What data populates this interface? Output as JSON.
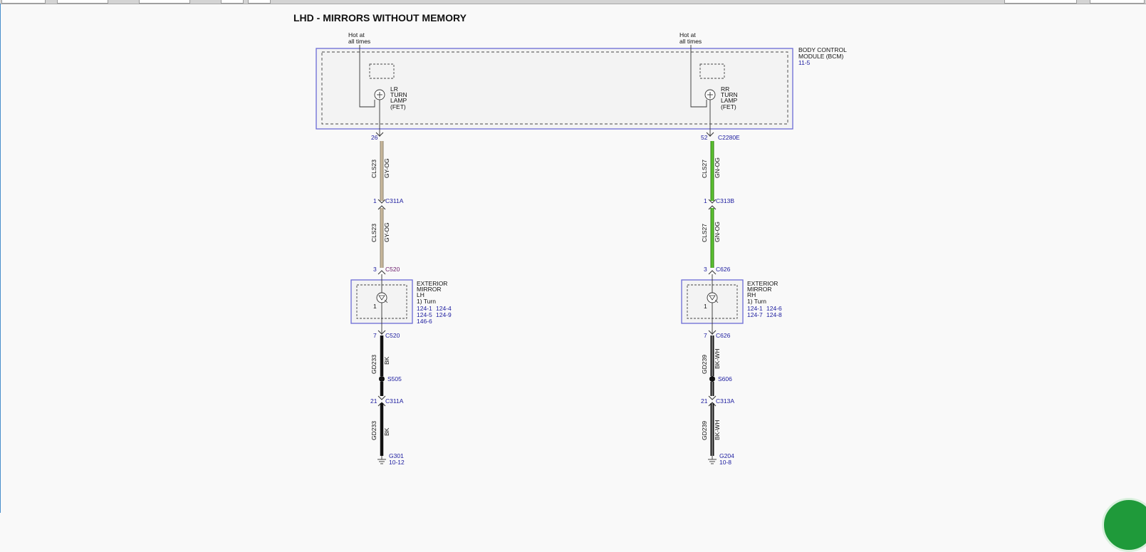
{
  "diagram": {
    "title": "LHD - MIRRORS WITHOUT MEMORY",
    "bcm": {
      "line1": "BODY CONTROL",
      "line2": "MODULE (BCM)",
      "ref": "11-5"
    },
    "left": {
      "hot1": "Hot at",
      "hot2": "all times",
      "lamp": [
        "LR",
        "TURN",
        "LAMP",
        "(FET)"
      ],
      "bcm_pin": "26",
      "seg1": {
        "circuit": "CLS23",
        "color": "GY-OG"
      },
      "c311_pin": "1",
      "c311": "C311A",
      "seg2": {
        "circuit": "CLS23",
        "color": "GY-OG"
      },
      "mirror_in_pin": "3",
      "mirror_in_conn": "C520",
      "mirror": [
        "EXTERIOR",
        "MIRROR",
        "LH",
        "1) Turn"
      ],
      "mirror_refs": [
        [
          "124-1",
          "124-4"
        ],
        [
          "124-5",
          "124-9"
        ],
        [
          "146-6",
          ""
        ]
      ],
      "mirror_num": "1",
      "mirror_out_pin": "7",
      "mirror_out_conn": "C520",
      "seg3": {
        "circuit": "GD233",
        "color": "BK"
      },
      "splice": "S505",
      "c311b_pin": "21",
      "c311b": "C311A",
      "seg4": {
        "circuit": "GD233",
        "color": "BK"
      },
      "ground": "G301",
      "ground_ref": "10-12"
    },
    "right": {
      "hot1": "Hot at",
      "hot2": "all times",
      "lamp": [
        "RR",
        "TURN",
        "LAMP",
        "(FET)"
      ],
      "bcm_pin": "52",
      "bcm_conn": "C2280E",
      "seg1": {
        "circuit": "CLS27",
        "color": "GN-OG"
      },
      "c313_pin": "1",
      "c313": "C313B",
      "seg2": {
        "circuit": "CLS27",
        "color": "GN-OG"
      },
      "mirror_in_pin": "3",
      "mirror_in_conn": "C626",
      "mirror": [
        "EXTERIOR",
        "MIRROR",
        "RH",
        "1) Turn"
      ],
      "mirror_refs": [
        [
          "124-1",
          "124-6"
        ],
        [
          "124-7",
          "124-8"
        ]
      ],
      "mirror_num": "1",
      "mirror_out_pin": "7",
      "mirror_out_conn": "C626",
      "seg3": {
        "circuit": "GD239",
        "color": "BK-WH"
      },
      "splice": "S606",
      "c313b_pin": "21",
      "c313b": "C313A",
      "seg4": {
        "circuit": "GD239",
        "color": "BK-WH"
      },
      "ground": "G204",
      "ground_ref": "10-8"
    },
    "colors": {
      "wire_grey_orange": "#a89a83",
      "wire_green": "#4caf28",
      "wire_black": "#111111",
      "frame": "#6b6bd6",
      "ref_text": "#1a1a9e",
      "fab": "#1f9a3a"
    }
  }
}
